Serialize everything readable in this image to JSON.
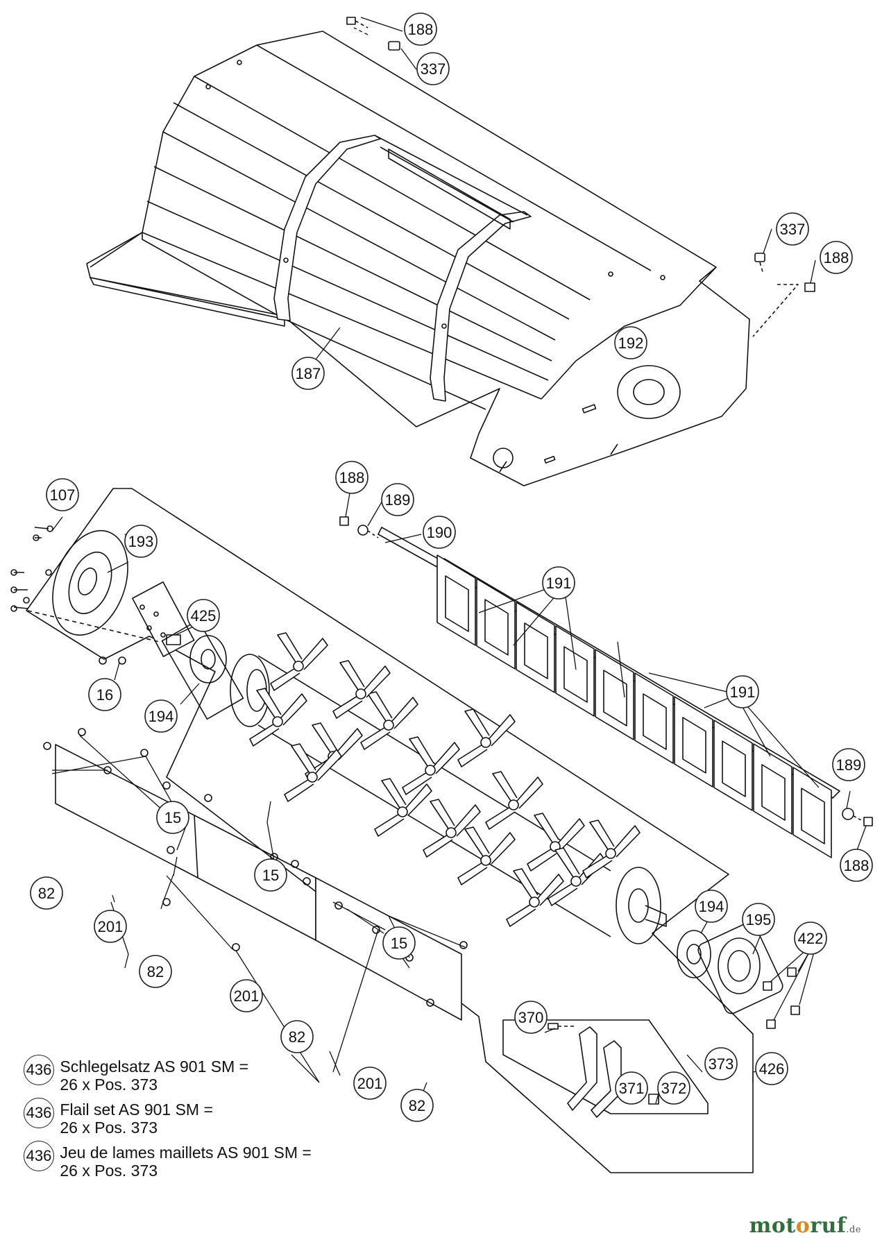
{
  "callouts": {
    "top_bolt": "188",
    "top_nut": "337",
    "right_nut": "337",
    "right_bolt": "188",
    "hood": "187",
    "shaft_bolt_l": "188",
    "shaft_nut_l": "189",
    "shaft": "190",
    "flap_a": "191",
    "flap_b": "191",
    "flap_rod": "192",
    "shaft_nut_r": "189",
    "shaft_bolt_r": "188",
    "hub_bolts": "107",
    "hub": "193",
    "pin": "425",
    "hub_nut": "16",
    "bearing_l": "194",
    "bearing_r": "194",
    "housing_r": "195",
    "housing_bolts": "422",
    "flail_bolt": "370",
    "washer": "371",
    "nut": "372",
    "flail": "373",
    "rotor": "426",
    "strip_screws_a": "15",
    "strip_screws_b": "15",
    "strip_screws_c": "15",
    "strip_nuts_a": "82",
    "strip_nuts_b": "82",
    "strip_nuts_c": "82",
    "strip_nuts_d": "82",
    "strip_a": "201",
    "strip_b": "201",
    "strip_c": "201"
  },
  "legend": [
    {
      "num": "436",
      "line1": "Schlegelsatz AS 901 SM =",
      "line2": "26 x Pos. 373"
    },
    {
      "num": "436",
      "line1": "Flail set AS 901 SM =",
      "line2": "26 x Pos. 373"
    },
    {
      "num": "436",
      "line1": "Jeu de lames maillets AS 901 SM =",
      "line2": "26 x Pos. 373"
    }
  ],
  "brand": {
    "name_a": "mot",
    "name_o": "o",
    "name_b": "ruf",
    "tld": ".de"
  }
}
